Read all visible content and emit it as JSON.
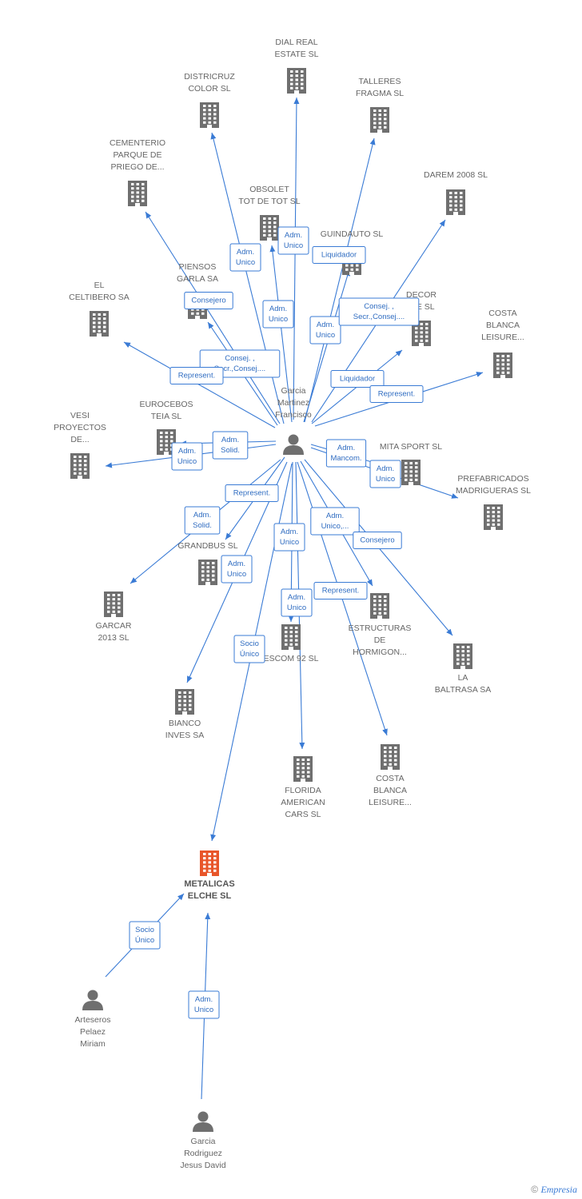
{
  "colors": {
    "edge": "#3a7bd5",
    "company": "#6f6f6f",
    "main_company": "#e8562a",
    "person": "#6f6f6f"
  },
  "nodes": [
    {
      "id": "garcia_martinez",
      "type": "person",
      "lines": [
        "Garcia",
        "Martinez",
        "Francisco"
      ]
    },
    {
      "id": "dial_real",
      "type": "company",
      "lines": [
        "DIAL REAL",
        "ESTATE SL"
      ]
    },
    {
      "id": "districruz",
      "type": "company",
      "lines": [
        "DISTRICRUZ",
        "COLOR SL"
      ]
    },
    {
      "id": "talleres",
      "type": "company",
      "lines": [
        "TALLERES",
        "FRAGMA SL"
      ]
    },
    {
      "id": "cementerio",
      "type": "company",
      "lines": [
        "CEMENTERIO",
        "PARQUE DE",
        "PRIEGO DE..."
      ]
    },
    {
      "id": "darem",
      "type": "company",
      "lines": [
        "DAREM 2008 SL"
      ]
    },
    {
      "id": "obsolet",
      "type": "company",
      "lines": [
        "OBSOLET",
        "TOT DE TOT SL"
      ]
    },
    {
      "id": "guindauto",
      "type": "company",
      "lines": [
        "GUINDAUTO SL"
      ]
    },
    {
      "id": "piensos",
      "type": "company",
      "lines": [
        "PIENSOS",
        "GARLA SA"
      ]
    },
    {
      "id": "celtibero",
      "type": "company",
      "lines": [
        "EL",
        "CELTIBERO SA"
      ]
    },
    {
      "id": "decor",
      "type": "company",
      "lines": [
        "DECOR",
        "ICE SL"
      ]
    },
    {
      "id": "costa1",
      "type": "company",
      "lines": [
        "COSTA",
        "BLANCA",
        "LEISURE..."
      ]
    },
    {
      "id": "eurocebos",
      "type": "company",
      "lines": [
        "EUROCEBOS",
        "TEIA SL"
      ]
    },
    {
      "id": "vesi",
      "type": "company",
      "lines": [
        "VESI",
        "PROYECTOS",
        "DE..."
      ]
    },
    {
      "id": "mita",
      "type": "company",
      "lines": [
        "MITA SPORT SL"
      ]
    },
    {
      "id": "prefabricados",
      "type": "company",
      "lines": [
        "PREFABRICADOS",
        "MADRIGUERAS SL"
      ]
    },
    {
      "id": "grandbus",
      "type": "company",
      "lines": [
        "GRANDBUS SL"
      ]
    },
    {
      "id": "garcar",
      "type": "company",
      "lines": [
        "GARCAR",
        "2013 SL"
      ]
    },
    {
      "id": "estructuras",
      "type": "company",
      "lines": [
        "ESTRUCTURAS",
        "DE",
        "HORMIGON..."
      ]
    },
    {
      "id": "baltrasa",
      "type": "company",
      "lines": [
        "LA",
        "BALTRASA SA"
      ]
    },
    {
      "id": "escom",
      "type": "company",
      "lines": [
        "ESCOM 92 SL"
      ]
    },
    {
      "id": "bianco",
      "type": "company",
      "lines": [
        "BIANCO",
        "INVES SA"
      ]
    },
    {
      "id": "florida",
      "type": "company",
      "lines": [
        "FLORIDA",
        "AMERICAN",
        "CARS SL"
      ]
    },
    {
      "id": "costa2",
      "type": "company",
      "lines": [
        "COSTA",
        "BLANCA",
        "LEISURE..."
      ]
    },
    {
      "id": "metalicas",
      "type": "main_company",
      "lines": [
        "METALICAS",
        "ELCHE SL"
      ]
    },
    {
      "id": "arteseros",
      "type": "person",
      "lines": [
        "Arteseros",
        "Pelaez",
        "Miriam"
      ]
    },
    {
      "id": "garcia_rodriguez",
      "type": "person",
      "lines": [
        "Garcia",
        "Rodriguez",
        "Jesus David"
      ]
    }
  ],
  "relations": [
    {
      "from": "garcia_martinez",
      "to": "dial_real",
      "lines": [
        "Adm.",
        "Unico"
      ]
    },
    {
      "from": "garcia_martinez",
      "to": "districruz",
      "lines": [
        "Adm.",
        "Unico"
      ]
    },
    {
      "from": "garcia_martinez",
      "to": "talleres",
      "lines": [
        "Adm.",
        "Unico"
      ]
    },
    {
      "from": "garcia_martinez",
      "to": "cementerio",
      "lines": [
        "Consejero"
      ]
    },
    {
      "from": "garcia_martinez",
      "to": "obsolet",
      "lines": [
        "Adm.",
        "Unico"
      ]
    },
    {
      "from": "garcia_martinez",
      "to": "guindauto",
      "lines": [
        "Liquidador"
      ]
    },
    {
      "from": "garcia_martinez",
      "to": "darem",
      "lines": [
        "Consej. ,",
        "Secr.,Consej...."
      ]
    },
    {
      "from": "garcia_martinez",
      "to": "piensos",
      "lines": [
        "Consej. ,",
        "Secr.,Consej...."
      ]
    },
    {
      "from": "garcia_martinez",
      "to": "celtibero",
      "lines": [
        "Represent."
      ]
    },
    {
      "from": "garcia_martinez",
      "to": "decor",
      "lines": [
        "Liquidador"
      ]
    },
    {
      "from": "garcia_martinez",
      "to": "costa1",
      "lines": [
        "Represent."
      ]
    },
    {
      "from": "garcia_martinez",
      "to": "eurocebos",
      "lines": [
        "Adm.",
        "Solid."
      ]
    },
    {
      "from": "garcia_martinez",
      "to": "vesi",
      "lines": [
        "Adm.",
        "Unico"
      ]
    },
    {
      "from": "garcia_martinez",
      "to": "mita",
      "lines": [
        "Adm.",
        "Mancom."
      ]
    },
    {
      "from": "garcia_martinez",
      "to": "prefabricados",
      "lines": [
        "Adm.",
        "Unico"
      ]
    },
    {
      "from": "garcia_martinez",
      "to": "grandbus",
      "lines": [
        "Represent."
      ]
    },
    {
      "from": "garcia_martinez",
      "to": "garcar",
      "lines": [
        "Adm.",
        "Solid."
      ]
    },
    {
      "from": "garcia_martinez",
      "to": "estructuras",
      "lines": [
        "Adm.",
        "Unico,..."
      ]
    },
    {
      "from": "garcia_martinez",
      "to": "baltrasa",
      "lines": [
        "Consejero"
      ]
    },
    {
      "from": "garcia_martinez",
      "to": "escom",
      "lines": [
        "Adm.",
        "Unico"
      ]
    },
    {
      "from": "garcia_martinez",
      "to": "bianco",
      "lines": [
        "Adm.",
        "Unico"
      ]
    },
    {
      "from": "garcia_martinez",
      "to": "florida",
      "lines": [
        "Adm.",
        "Unico"
      ]
    },
    {
      "from": "garcia_martinez",
      "to": "costa2",
      "lines": [
        "Represent."
      ]
    },
    {
      "from": "garcia_martinez",
      "to": "metalicas",
      "lines": [
        "Socio",
        "Único"
      ]
    },
    {
      "from": "arteseros",
      "to": "metalicas",
      "lines": [
        "Socio",
        "Único"
      ]
    },
    {
      "from": "garcia_rodriguez",
      "to": "metalicas",
      "lines": [
        "Adm.",
        "Unico"
      ]
    }
  ],
  "footer": {
    "symbol": "©",
    "brand": "Empresia"
  }
}
